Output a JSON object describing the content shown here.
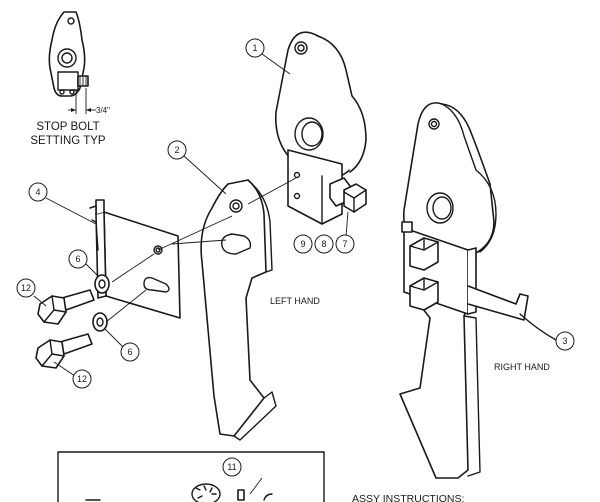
{
  "notes": {
    "stop_bolt_line1": "STOP BOLT",
    "stop_bolt_line2": "SETTING TYP",
    "dimension": "3/4\"",
    "left_hand": "LEFT HAND",
    "right_hand": "RIGHT HAND",
    "assy_instructions": "ASSY INSTRUCTIONS:"
  },
  "callouts": [
    "1",
    "2",
    "3",
    "4",
    "6",
    "6",
    "7",
    "8",
    "9",
    "11",
    "12",
    "12"
  ],
  "colors": {
    "line": "#1a1a1a",
    "background": "#ffffff"
  }
}
